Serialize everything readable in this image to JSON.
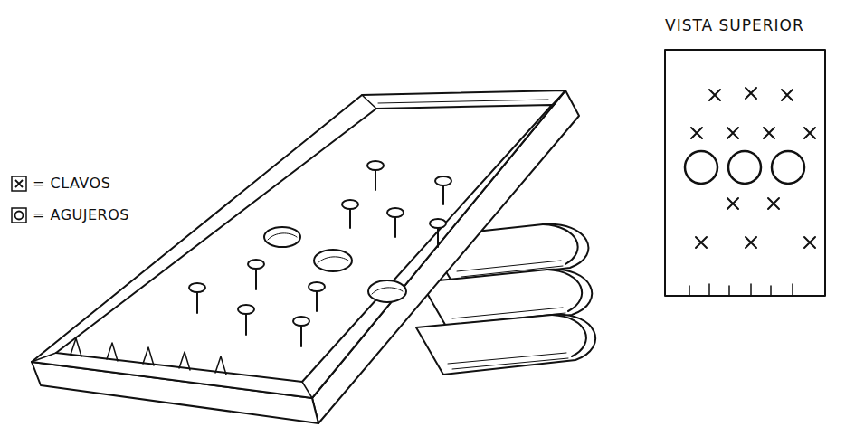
{
  "diagram": {
    "labels": [
      "VISTA SUPERIOR"
    ],
    "legend": [
      {
        "text": "= CLAVOS"
      },
      {
        "text": "= AGUJEROS"
      }
    ]
  }
}
